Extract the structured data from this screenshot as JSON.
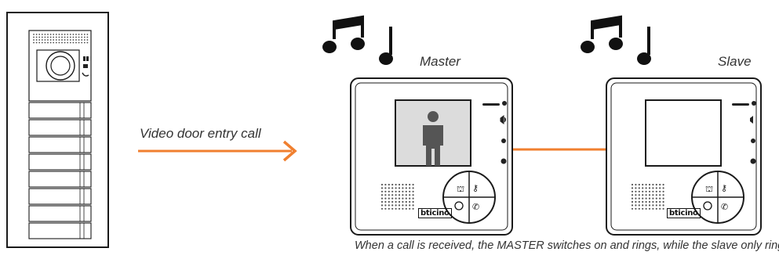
{
  "diagram": {
    "call_label": "Video door entry call",
    "master_label": "Master",
    "slave_label": "Slave",
    "caption": "When a call is received, the MASTER switches on and rings, while the slave only rings.",
    "brand_text": "bticino",
    "colors": {
      "accent": "#f07f2f",
      "stroke": "#1a1a1a",
      "screen_fill": "#dcdcdc"
    }
  }
}
